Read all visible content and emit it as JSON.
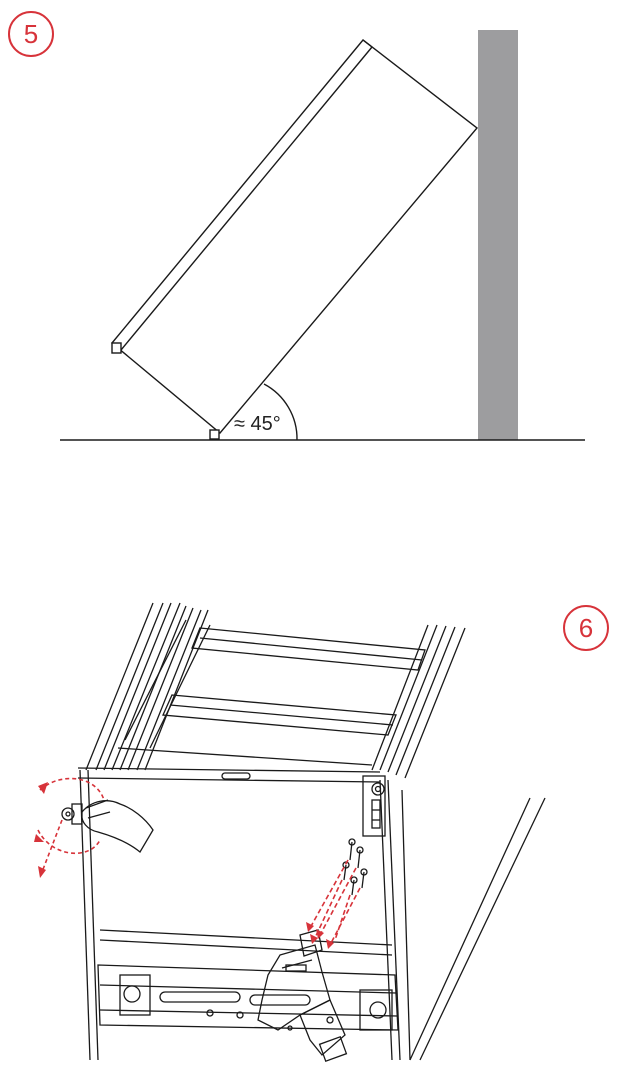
{
  "step5": {
    "number": "5",
    "angle_label": "≈ 45°"
  },
  "step6": {
    "number": "6"
  },
  "colors": {
    "accent": "#d7333a",
    "wall": "#9d9d9f",
    "line": "#1a1a1a"
  },
  "icons": {
    "hand": "hand-icon",
    "screwdriver": "power-screwdriver-icon",
    "screws": "screw-icon",
    "rotation_arrow": "rotation-arrow-icon"
  }
}
